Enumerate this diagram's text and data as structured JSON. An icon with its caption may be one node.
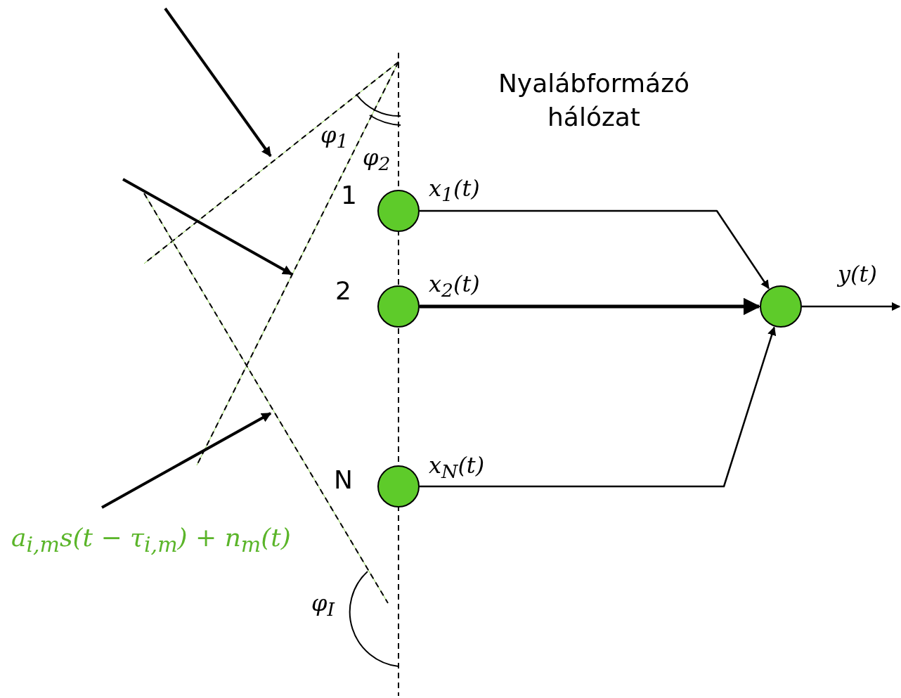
{
  "diagram": {
    "nodes": [
      {
        "text": [],
        "shape": "circle",
        "beside": [
          "1"
        ]
      },
      {
        "text": [],
        "shape": "circle",
        "beside": [
          "2"
        ]
      },
      {
        "text": [],
        "shape": "circle",
        "beside": [
          "N"
        ]
      },
      {
        "text": [],
        "shape": "circle"
      }
    ],
    "edges": [
      {
        "from": 0,
        "to": 3,
        "arrow": "to",
        "label": "x$_{1}$(t)"
      },
      {
        "from": 1,
        "to": 3,
        "arrow": "to",
        "label": "x$_{2}$(t)",
        "style": "thick"
      },
      {
        "from": 2,
        "to": 3,
        "arrow": "to",
        "label": "x$_{N}$(t)"
      },
      {
        "from": 3,
        "to": null,
        "arrow": "to",
        "label": "y(t)"
      }
    ],
    "labels": [
      "Nyalábformázó hálózat",
      "φ$_{1}$",
      "φ$_{2}$",
      "a$_{i,m}$s(t − τ$_{i,m}$) + n$_{m}$(t)",
      "φ$_{I}$"
    ]
  }
}
